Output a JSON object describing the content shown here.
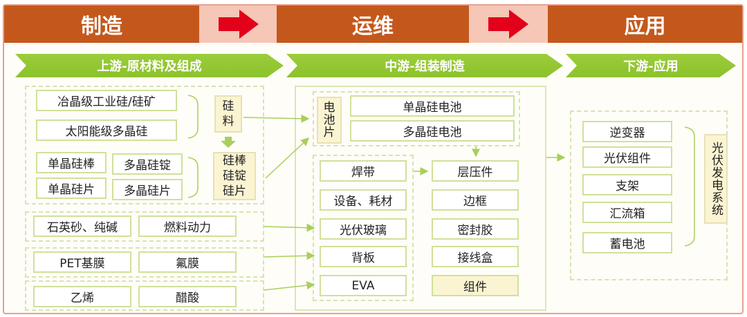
{
  "header": {
    "stages": [
      "制造",
      "运维",
      "应用"
    ],
    "arrow_color": "#e3001b",
    "bar_color": "#c4581c"
  },
  "sections": {
    "upstream": "上游-原材料及组成",
    "midstream": "中游-组装制造",
    "downstream": "下游-应用"
  },
  "upstream": {
    "silicon_inputs": [
      "冶晶级工业硅/硅矿",
      "太阳能级多晶硅"
    ],
    "silicon_material": "硅\n料",
    "ingots": [
      "单晶硅棒",
      "多晶硅锭"
    ],
    "wafers": [
      "单晶硅片",
      "多晶硅片"
    ],
    "ingot_wafer": "硅棒\n硅锭\n硅片",
    "row_glass": [
      "石英砂、纯碱",
      "燃料动力"
    ],
    "row_backsheet": [
      "PET基膜",
      "氟膜"
    ],
    "row_eva": [
      "乙烯",
      "醋酸"
    ]
  },
  "midstream": {
    "cell_label": "电\n池\n片",
    "cells": [
      "单晶硅电池",
      "多晶硅电池"
    ],
    "materials": [
      "焊带",
      "设备、耗材",
      "光伏玻璃",
      "背板",
      "EVA"
    ],
    "assembly": [
      "层压件",
      "边框",
      "密封胶",
      "接线盒",
      "组件"
    ]
  },
  "downstream": {
    "items": [
      "逆变器",
      "光伏组件",
      "支架",
      "汇流箱",
      "蓄电池"
    ],
    "system": "光伏发电系统"
  },
  "colors": {
    "green": "#8cc22c",
    "box_border": "#cfe19a",
    "connector": "#a8cf5a"
  }
}
